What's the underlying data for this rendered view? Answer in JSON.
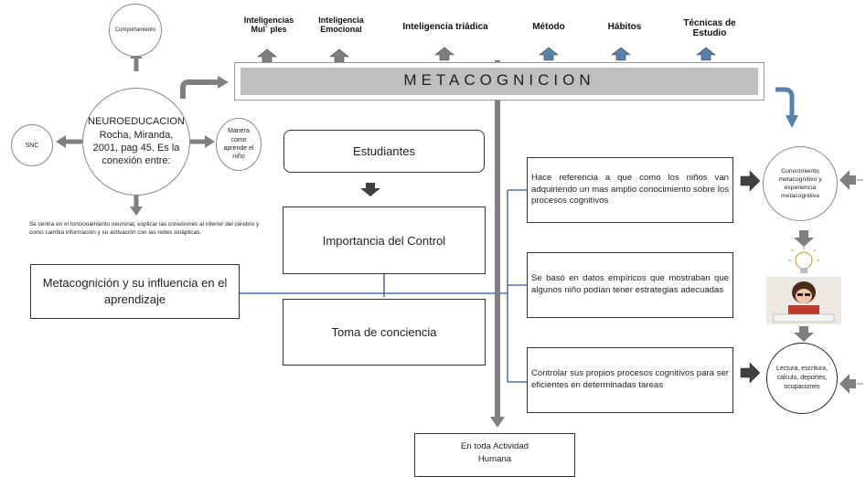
{
  "central": {
    "neuro_text": "NEUROEDUCACION Rocha, Miranda, 2001, pag 45. Es la conexión entre:",
    "comportamiento": "Comportamiento",
    "snc": "SNC",
    "manera": "Manera como aprende el niño",
    "funcionamiento": "Se centra en el funcionamiento neuronal, explicar las conexiones al interior del cerebro y como cambia información y su activación con las redes sinápticas."
  },
  "top_labels": [
    {
      "line1": "Inteligencias",
      "line2": "Mul` ples"
    },
    {
      "line1": "Inteligencia",
      "line2": "Emocional"
    },
    {
      "line1": "Inteligencia triádica",
      "line2": ""
    },
    {
      "line1": "Método",
      "line2": ""
    },
    {
      "line1": "Hábitos",
      "line2": ""
    },
    {
      "line1": "Técnicas de",
      "line2": "Estudio"
    }
  ],
  "banner": "METACOGNICION",
  "left_title": "Metacognición y su influencia en el aprendizaje",
  "center_boxes": {
    "estudiantes": "Estudiantes",
    "importancia": "Importancia del Control",
    "toma": "Toma de conciencia"
  },
  "right_boxes": [
    "Hace referencia a que como los niños van adquiriendo un mas amplio conocimiento sobre los procesos cognitivos",
    "Se basó en datos empíricos que mostraban que algunos niño podían tener estrategias adecuadas",
    "Controlar sus propios procesos cognitivos para ser eficientes en determinadas tareas"
  ],
  "right_circles": {
    "conocimiento": "Conocimiento metacognitivo y experiencia metacognitiva",
    "actividades": "Lectura, escritura, calculo, deportes, ocupaciones"
  },
  "bottom_box": "En toda Actividad Humana",
  "colors": {
    "arrow": "#7f7f7f",
    "blue_arrow": "#5a7fa8",
    "banner": "#bfbfbf",
    "connector": "#2f5597"
  }
}
